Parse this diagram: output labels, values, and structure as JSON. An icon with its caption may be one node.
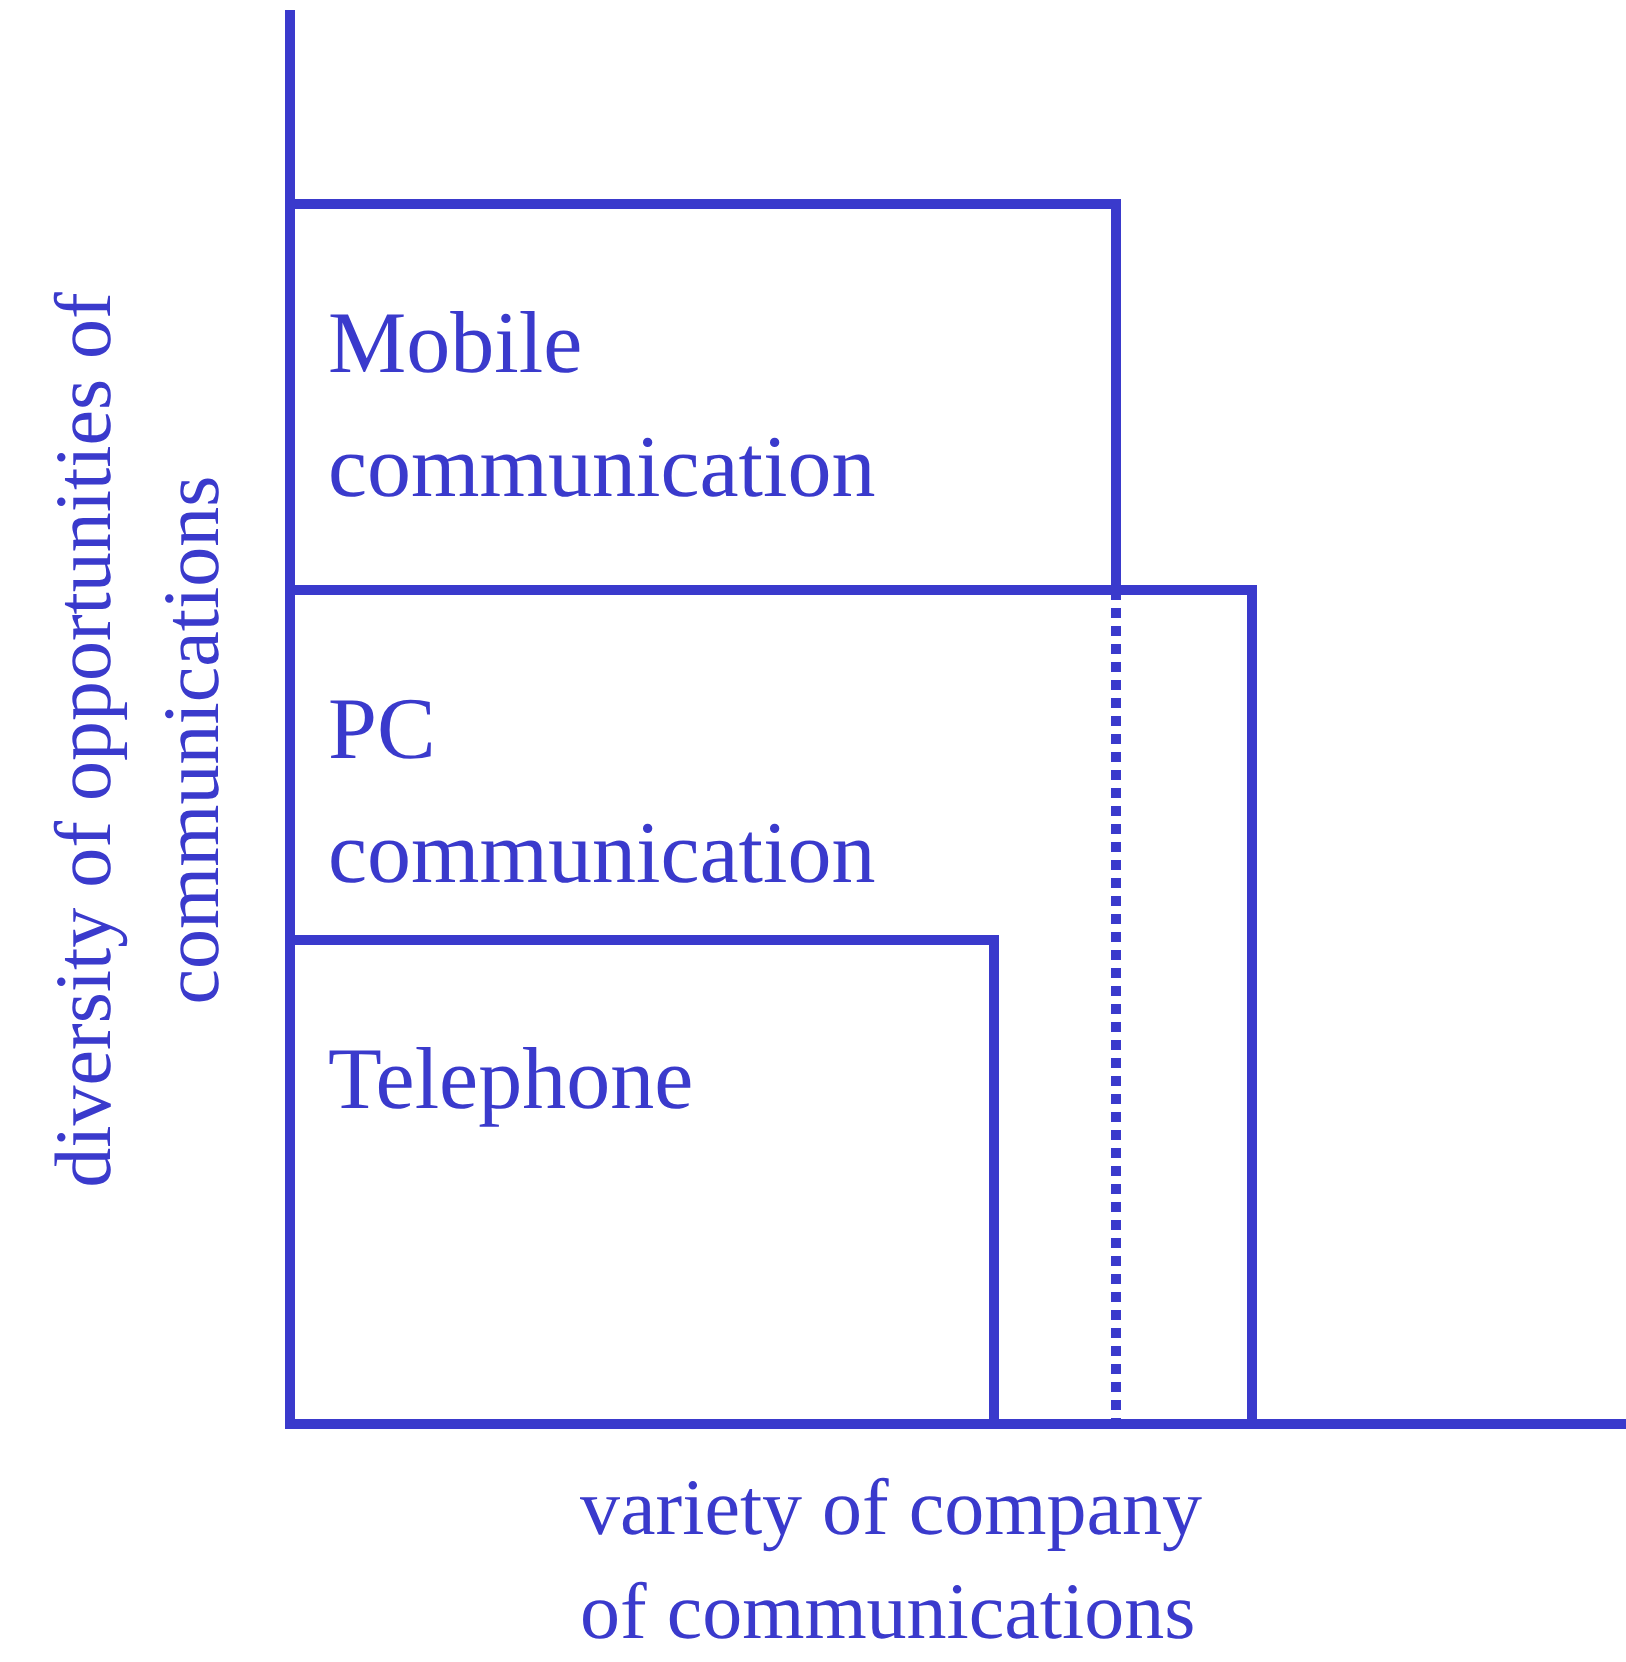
{
  "diagram": {
    "nodes": [
      {
        "text": [
          "Mobile communication"
        ]
      },
      {
        "text": [
          "PC communication"
        ]
      },
      {
        "text": [
          "Telephone"
        ],
        "in": 1
      }
    ],
    "labels": [
      "diversity of opportunities of communications",
      "variety of company of communications"
    ]
  }
}
